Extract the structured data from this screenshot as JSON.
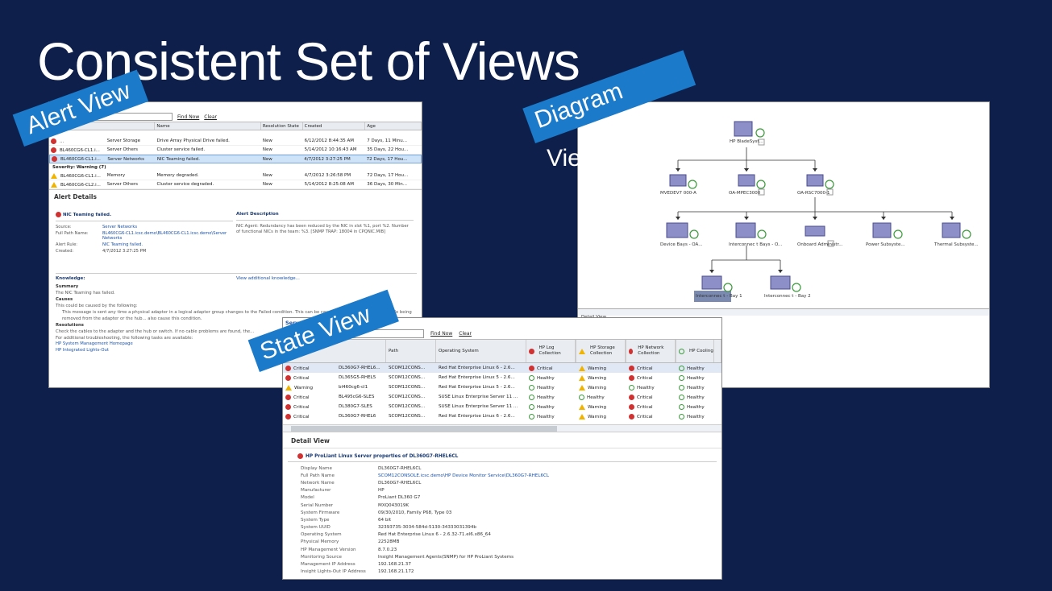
{
  "slide": {
    "title": "Consistent Set of Views"
  },
  "ribbons": {
    "alert": "Alert View",
    "diagram": "Diagram",
    "diagram_overflow": "Vie",
    "state": "State View"
  },
  "alert_panel": {
    "title": "Active Alerts (10)",
    "find_now": "Find Now",
    "clear": "Clear",
    "columns": [
      "Name",
      "Resolution State",
      "Created",
      "Age"
    ],
    "rows": [
      {
        "icon": "critical",
        "source": "...",
        "category": "Server Storage",
        "name": "Drive Array Physical Drive failed.",
        "state": "New",
        "created": "6/12/2012 8:44:35 AM",
        "age": "7 Days, 11 Minu..."
      },
      {
        "icon": "critical",
        "source": "BL460CG6-CL1.i...",
        "category": "Server Others",
        "name": "Cluster service failed.",
        "state": "New",
        "created": "5/14/2012 10:16:43 AM",
        "age": "35 Days, 22 Hou..."
      },
      {
        "icon": "critical",
        "source": "BL460CG6-CL1.i...",
        "category": "Server Networks",
        "name": "NIC Teaming failed.",
        "state": "New",
        "created": "4/7/2012 3:27:25 PM",
        "age": "72 Days, 17 Hou..."
      },
      {
        "icon": "warning",
        "source": "BL460CG6-CL1.i...",
        "category": "Memory",
        "name": "Memory degraded.",
        "state": "New",
        "created": "4/7/2012 3:26:58 PM",
        "age": "72 Days, 17 Hou..."
      },
      {
        "icon": "warning",
        "source": "BL460CG6-CL2.i...",
        "category": "Server Others",
        "name": "Cluster service degraded.",
        "state": "New",
        "created": "5/14/2012 8:25:08 AM",
        "age": "36 Days, 30 Min..."
      }
    ],
    "group_warning": "Severity: Warning (7)",
    "details_header": "Alert Details",
    "detail_title": "NIC Teaming failed.",
    "source_label": "Source:",
    "source_value": "Server Networks",
    "fullpath_label": "Full Path Name:",
    "fullpath_value": "BL460CG6-CL1.icsc.demo\\BL460CG6-CL1.icsc.demo\\Server Networks",
    "rule_label": "Alert Rule:",
    "rule_value": "NIC Teaming failed.",
    "created_label": "Created:",
    "created_value": "4/7/2012 3:27:25 PM",
    "desc_header": "Alert Description",
    "desc_text": "NIC Agent: Redundancy has been reduced by the NIC in slot %1, port %2. Number of functional NICs in the team: %3. [SNMP TRAP: 18004 in CPQNIC.MIB]",
    "knowledge_label": "Knowledge:",
    "view_knowledge": "View additional knowledge...",
    "summary_h": "Summary",
    "summary_text": "The NIC Teaming has failed.",
    "causes_h": "Causes",
    "causes_text": "This could be caused by the following:",
    "causes_bullet": "This message is sent any time a physical adapter in a logical adapter group changes to the Failed condition. This can be caused by loss of link due to a cable being removed from the adapter or the hub... also cause this condition.",
    "resolutions_h": "Resolutions",
    "resolutions_text": "Check the cables to the adapter and the hub or switch. If no cable problems are found, the...",
    "troubleshoot_text": "For additional troubleshooting, the following tasks are available:",
    "link1": "HP System Management Homepage",
    "link2": "HP Integrated Lights-Out"
  },
  "diagram_panel": {
    "nodes": {
      "root": "HP BladeSyst...",
      "n1": "MVEDEV7 000-A",
      "n2": "OA-MPEC3000",
      "n3": "OA-RSC7000-1",
      "c1": "Device Bays - OA...",
      "c2": "Interconnec t Bays - O...",
      "c3": "Onboard Administr...",
      "c4": "Power Subsyste...",
      "c5": "Thermal Subsyste...",
      "g1": "Interconnec t - Bay 1",
      "g2": "Interconnec t - Bay 2"
    },
    "detail_view": "Detail View"
  },
  "state_panel": {
    "title": "Server State (6)",
    "find_now": "Find Now",
    "clear": "Clear",
    "columns": [
      "Path",
      "Operating System",
      "HP Log Collection",
      "HP Storage Collection",
      "HP Network Collection",
      "HP Cooling"
    ],
    "rows": [
      {
        "state": "Critical",
        "name": "DL360G7-RHEL6...",
        "path": "SCOM12CONS...",
        "os": "Red Hat Enterprise Linux 6 - 2.6...",
        "log": "Critical",
        "storage": "Warning",
        "network": "Critical",
        "cooling": "Healthy"
      },
      {
        "state": "Critical",
        "name": "DL365G5-RHEL5",
        "path": "SCOM12CONS...",
        "os": "Red Hat Enterprise Linux 5 - 2.6...",
        "log": "Healthy",
        "storage": "Warning",
        "network": "Critical",
        "cooling": "Healthy"
      },
      {
        "state": "Warning",
        "name": "bl460cg6-cl1",
        "path": "SCOM12CONS...",
        "os": "Red Hat Enterprise Linux 5 - 2.6...",
        "log": "Healthy",
        "storage": "Warning",
        "network": "Healthy",
        "cooling": "Healthy"
      },
      {
        "state": "Critical",
        "name": "BL495cG6-SLES",
        "path": "SCOM12CONS...",
        "os": "SUSE Linux Enterprise Server 11 ...",
        "log": "Healthy",
        "storage": "Healthy",
        "network": "Critical",
        "cooling": "Healthy"
      },
      {
        "state": "Critical",
        "name": "DL380G7-SLES",
        "path": "SCOM12CONS...",
        "os": "SUSE Linux Enterprise Server 11 ...",
        "log": "Healthy",
        "storage": "Warning",
        "network": "Critical",
        "cooling": "Healthy"
      },
      {
        "state": "Critical",
        "name": "DL360G7-RHEL6",
        "path": "SCOM12CONS...",
        "os": "Red Hat Enterprise Linux 6 - 2.6...",
        "log": "Healthy",
        "storage": "Warning",
        "network": "Critical",
        "cooling": "Healthy"
      }
    ],
    "detail_view": "Detail View",
    "detail_sub": "HP ProLiant Linux Server properties of DL360G7-RHEL6CL",
    "props": [
      {
        "k": "Display Name",
        "v": "DL360G7-RHEL6CL"
      },
      {
        "k": "Full Path Name",
        "v": "SCOM12CONSOLE.icsc.demo\\HP Device Monitor Service\\DL360G7-RHEL6CL"
      },
      {
        "k": "Network Name",
        "v": "DL360G7-RHEL6CL"
      },
      {
        "k": "Manufacturer",
        "v": "HP"
      },
      {
        "k": "Model",
        "v": "ProLiant DL360 G7"
      },
      {
        "k": "Serial Number",
        "v": "MXQ043019K"
      },
      {
        "k": "System Firmware",
        "v": "09/30/2010, Family P68, Type 03"
      },
      {
        "k": "System Type",
        "v": "64 bit"
      },
      {
        "k": "System UUID",
        "v": "32393735-3034-584d-5130-34333031394b"
      },
      {
        "k": "Operating System",
        "v": "Red Hat Enterprise Linux 6 - 2.6.32-71.el6.x86_64"
      },
      {
        "k": "Physical Memory",
        "v": "22528MB"
      },
      {
        "k": "HP Management Version",
        "v": "8.7.0.23"
      },
      {
        "k": "Monitoring Source",
        "v": "Insight Management Agents(SNMP) for HP ProLiant Systems"
      },
      {
        "k": "Management IP Address",
        "v": "192.168.21.37"
      },
      {
        "k": "Insight Lights-Out IP Address",
        "v": "192.168.21.172"
      }
    ]
  }
}
